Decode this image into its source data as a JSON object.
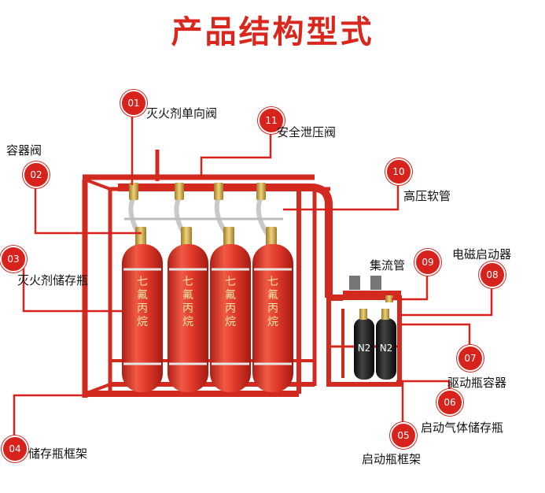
{
  "title": "产品结构型式",
  "colors": {
    "accent": "#d8231c",
    "cylinder": "#e23a2b",
    "frame": "#d32a20",
    "n2_bottle": "#1a1a1a"
  },
  "cylinder_label": "七氟丙烷",
  "n2_label": "N2",
  "callouts": [
    {
      "num": "01",
      "label": "灭火剂单向阀"
    },
    {
      "num": "02",
      "label": "容器阀"
    },
    {
      "num": "03",
      "label": "灭火剂储存瓶"
    },
    {
      "num": "04",
      "label": "储存瓶框架"
    },
    {
      "num": "05",
      "label": "启动瓶框架"
    },
    {
      "num": "06",
      "label": "启动气体储存瓶"
    },
    {
      "num": "07",
      "label": "驱动瓶容器"
    },
    {
      "num": "08",
      "label": "电磁启动器"
    },
    {
      "num": "09",
      "label": "集流管"
    },
    {
      "num": "10",
      "label": "高压软管"
    },
    {
      "num": "11",
      "label": "安全泄压阀"
    }
  ]
}
